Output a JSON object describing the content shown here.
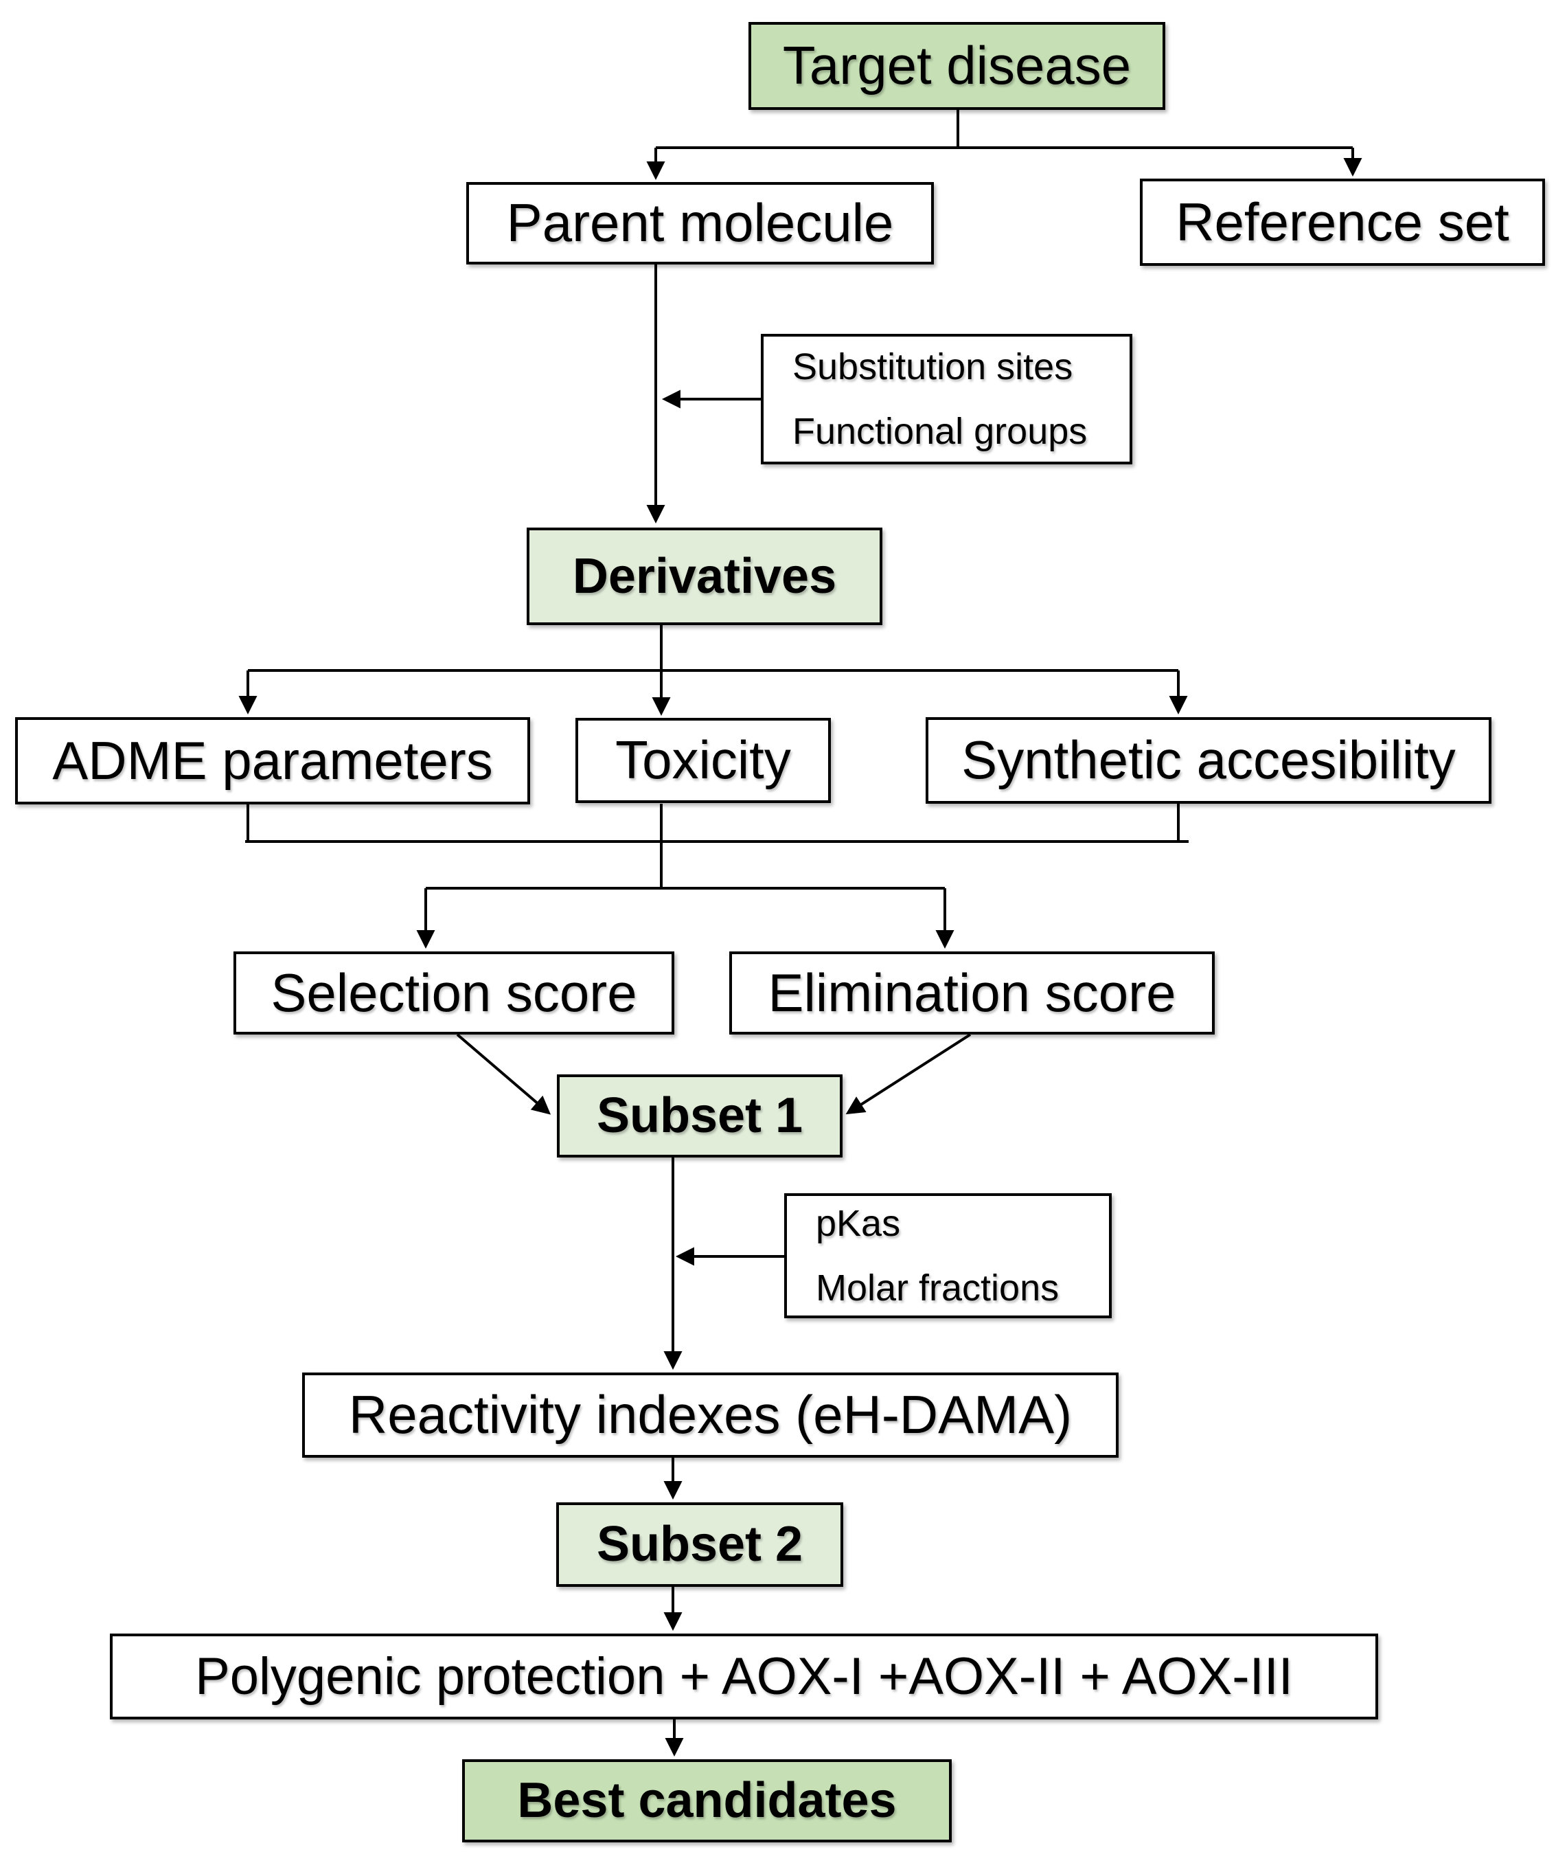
{
  "colors": {
    "background": "#ffffff",
    "box_border": "#000000",
    "green_primary": "#c6dfb5",
    "green_pale": "#e1ecd9",
    "text": "#000000"
  },
  "diagram": {
    "nodes": {
      "target_disease": {
        "label": "Target disease",
        "fill": "green_primary"
      },
      "parent_molecule": {
        "label": "Parent molecule",
        "fill": "white"
      },
      "reference_set": {
        "label": "Reference set",
        "fill": "white"
      },
      "substitution": {
        "lines": [
          "Substitution sites",
          "Functional groups"
        ],
        "fill": "white"
      },
      "derivatives": {
        "label": "Derivatives",
        "fill": "green_pale"
      },
      "adme": {
        "label": "ADME parameters",
        "fill": "white"
      },
      "toxicity": {
        "label": "Toxicity",
        "fill": "white"
      },
      "synthetic": {
        "label": "Synthetic accesibility",
        "fill": "white"
      },
      "selection": {
        "label": "Selection score",
        "fill": "white"
      },
      "elimination": {
        "label": "Elimination score",
        "fill": "white"
      },
      "subset_1": {
        "label": "Subset 1",
        "fill": "green_pale"
      },
      "pkas": {
        "lines": [
          "pKas",
          "Molar fractions"
        ],
        "fill": "white"
      },
      "reactivity": {
        "label": "Reactivity indexes (eH-DAMA)",
        "fill": "white"
      },
      "subset_2": {
        "label": "Subset 2",
        "fill": "green_pale"
      },
      "polygenic": {
        "label": "Polygenic protection + AOX-I +AOX-II + AOX-III",
        "fill": "white"
      },
      "best_candidates": {
        "label": "Best candidates",
        "fill": "green_primary"
      }
    },
    "edges": [
      {
        "from": "target_disease",
        "to": "parent_molecule"
      },
      {
        "from": "target_disease",
        "to": "reference_set"
      },
      {
        "from": "parent_molecule",
        "to": "derivatives"
      },
      {
        "from": "substitution",
        "to": "derivatives"
      },
      {
        "from": "derivatives",
        "to": "adme"
      },
      {
        "from": "derivatives",
        "to": "toxicity"
      },
      {
        "from": "derivatives",
        "to": "synthetic"
      },
      {
        "from": "adme",
        "to": "selection"
      },
      {
        "from": "adme",
        "to": "elimination"
      },
      {
        "from": "toxicity",
        "to": "selection"
      },
      {
        "from": "toxicity",
        "to": "elimination"
      },
      {
        "from": "synthetic",
        "to": "selection"
      },
      {
        "from": "synthetic",
        "to": "elimination"
      },
      {
        "from": "selection",
        "to": "subset_1"
      },
      {
        "from": "elimination",
        "to": "subset_1"
      },
      {
        "from": "subset_1",
        "to": "reactivity"
      },
      {
        "from": "pkas",
        "to": "reactivity"
      },
      {
        "from": "reactivity",
        "to": "subset_2"
      },
      {
        "from": "subset_2",
        "to": "polygenic"
      },
      {
        "from": "polygenic",
        "to": "best_candidates"
      }
    ]
  }
}
